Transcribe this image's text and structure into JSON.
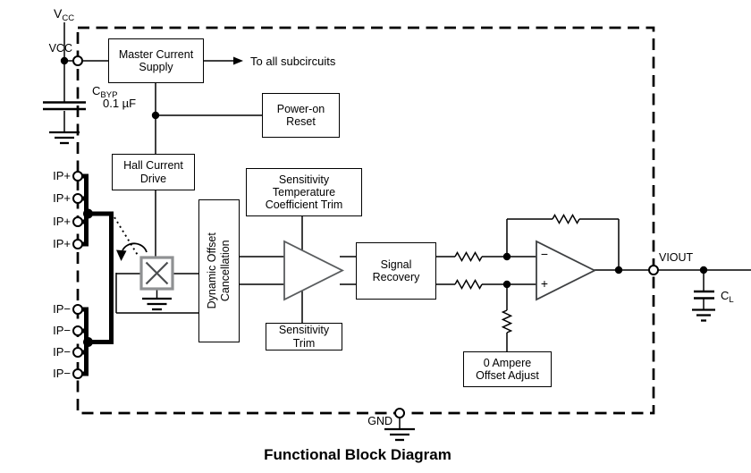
{
  "caption": "Functional Block Diagram",
  "colors": {
    "line": "#000000",
    "hall-border": "#8f9193",
    "amp-stroke": "#595c5e",
    "opamp-stroke": "#3e4042"
  },
  "labels": {
    "vcc_supply": {
      "base": "V",
      "sub": "CC"
    },
    "vcc_pin": "VCC",
    "cbyp": {
      "base": "C",
      "sub": "BYP",
      "value": "0.1 µF"
    },
    "to_all_subcircuits": "To all subcircuits",
    "viout_pin": "VIOUT",
    "gnd_pin": "GND",
    "cl": {
      "base": "C",
      "sub": "L"
    },
    "opamp_minus": "−",
    "opamp_plus": "+"
  },
  "pins": {
    "ip_plus": [
      "IP+",
      "IP+",
      "IP+",
      "IP+"
    ],
    "ip_minus": [
      "IP−",
      "IP−",
      "IP−",
      "IP−"
    ]
  },
  "blocks": {
    "master_current_supply": {
      "lines": [
        "Master Current",
        "Supply"
      ]
    },
    "power_on_reset": {
      "lines": [
        "Power-on",
        "Reset"
      ]
    },
    "hall_current_drive": {
      "lines": [
        "Hall Current",
        "Drive"
      ]
    },
    "sensitivity_tc_trim": {
      "lines": [
        "Sensitivity",
        "Temperature",
        "Coefficient Trim"
      ]
    },
    "dynamic_offset_cancellation": {
      "lines": [
        "Dynamic Offset",
        "Cancellation"
      ]
    },
    "sensitivity_trim": {
      "lines": [
        "Sensitivity",
        "Trim"
      ]
    },
    "signal_recovery": {
      "lines": [
        "Signal",
        "Recovery"
      ]
    },
    "zero_ampere_offset_adjust": {
      "lines": [
        "0 Ampere",
        "Offset Adjust"
      ]
    }
  }
}
